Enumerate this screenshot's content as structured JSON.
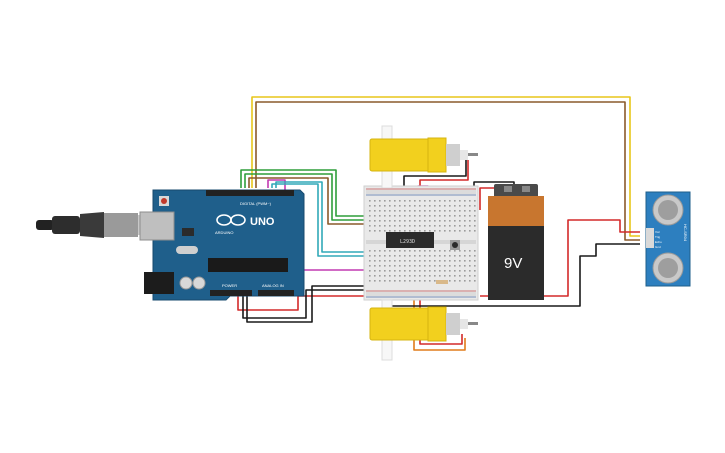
{
  "arduino": {
    "brand": "UNO",
    "logo_text": "ARDUINO",
    "digital_label": "DIGITAL (PWM~)",
    "power_label": "POWER",
    "analog_label": "ANALOG IN",
    "color": "#1f5f8b"
  },
  "driver_chip": {
    "label": "L293D"
  },
  "battery": {
    "label": "9V",
    "body_color": "#2b2b2b",
    "cap_color": "#c8762f"
  },
  "sensor": {
    "label": "HC-SR04",
    "pins": [
      "Vcc",
      "Trig",
      "Echo",
      "Gnd"
    ],
    "color": "#2d7fbf"
  },
  "motors": {
    "color": "#f2d01e"
  },
  "wire_colors": {
    "yellow": "#e8c61a",
    "brown": "#8a5a2b",
    "red": "#d42a2a",
    "black": "#1a1a1a",
    "green": "#2e9e3a",
    "cyan": "#31a9b8",
    "magenta": "#c23ab2",
    "orange": "#e07b1a"
  }
}
